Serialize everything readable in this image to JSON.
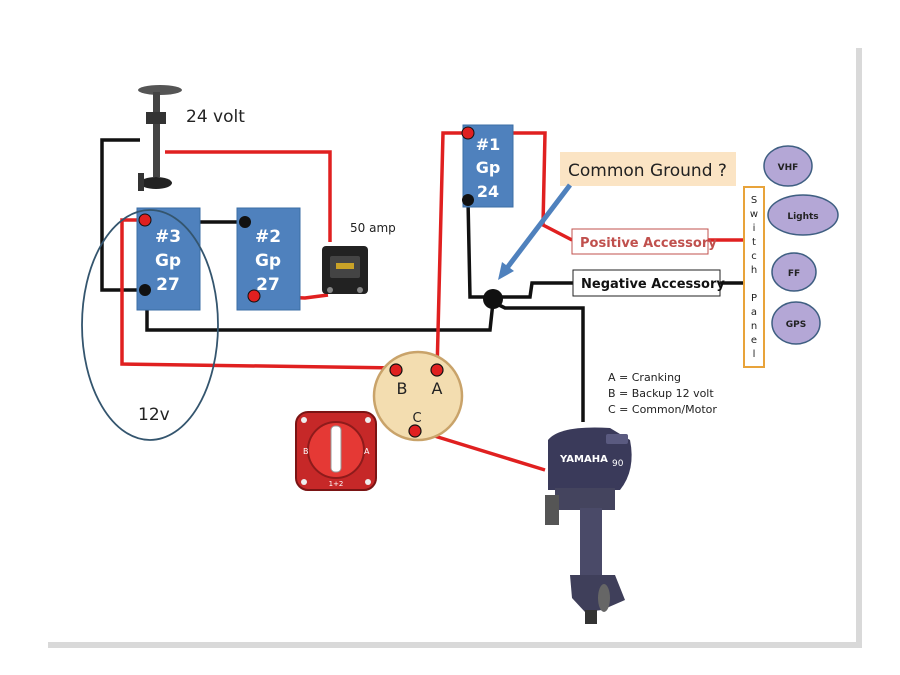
{
  "labels": {
    "volt24": "24 volt",
    "amp50": "50 amp",
    "v12": "12v",
    "common_ground": "Common Ground ?",
    "positive_accessory": "Positive Accessory",
    "negative_accessory": "Negative Accessory",
    "switch_panel": [
      "S",
      "w",
      "i",
      "t",
      "c",
      "h",
      "",
      "P",
      "a",
      "n",
      "e",
      "l"
    ],
    "selector_b": "B",
    "selector_a": "A",
    "selector_c": "C",
    "switch_b": "B",
    "switch_a": "A",
    "switch_bottom": "1+2",
    "motor_brand": "YAMAHA",
    "motor_hp": "90"
  },
  "batteries": {
    "b3": [
      "#3",
      "Gp",
      "27"
    ],
    "b2": [
      "#2",
      "Gp",
      "27"
    ],
    "b1": [
      "#1",
      "Gp",
      "24"
    ]
  },
  "legend": {
    "a": "A = Cranking",
    "b": "B = Backup 12 volt",
    "c": "C = Common/Motor"
  },
  "accessories": {
    "vhf": "VHF",
    "lights": "Lights",
    "ff": "FF",
    "gps": "GPS"
  },
  "colors": {
    "battery": "#4f81bd",
    "positive_wire": "#e02020",
    "negative_wire": "#111111",
    "accessory_fill": "#b4a7d6",
    "selector_fill": "#f3ddb0",
    "common_ground_bg": "#fbe4c4"
  }
}
